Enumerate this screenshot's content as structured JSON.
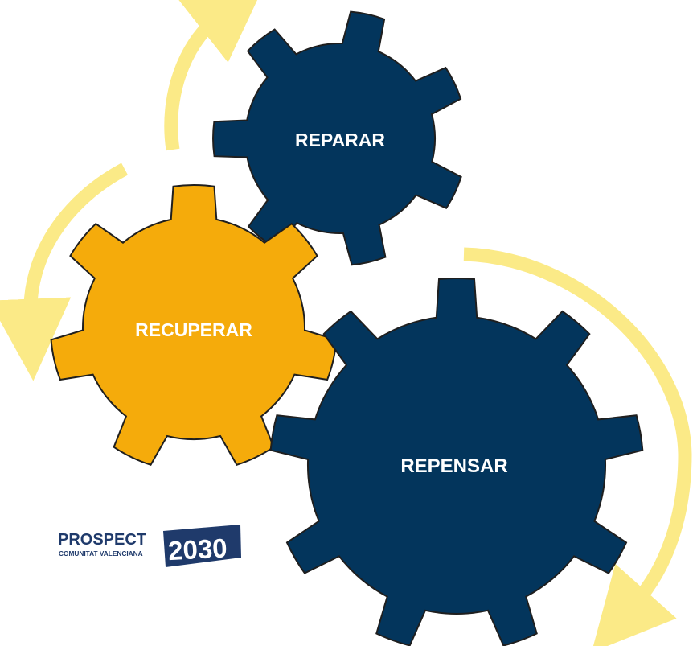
{
  "diagram": {
    "gears": [
      {
        "id": "reparar",
        "label": "REPARAR",
        "color": "#03355c"
      },
      {
        "id": "recuperar",
        "label": "RECUPERAR",
        "color": "#f5ab0b"
      },
      {
        "id": "repensar",
        "label": "REPENSAR",
        "color": "#03355c"
      }
    ],
    "arrow_color": "#fbea87",
    "outline_color": "#1f1f1f"
  },
  "logo": {
    "name": "PROSPECT",
    "subtitle": "COMUNITAT VALENCIANA",
    "year": "2030",
    "text_color": "#1f3a6b",
    "year_bg": "#1f3a6b"
  }
}
